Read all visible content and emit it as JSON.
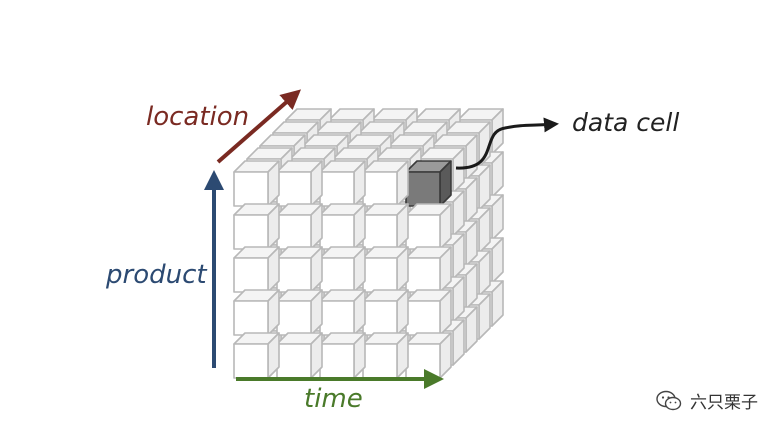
{
  "diagram": {
    "labels": {
      "location": "location",
      "product": "product",
      "time": "time",
      "data_cell": "data cell"
    },
    "grid": {
      "columns": 5,
      "rows": 5,
      "depth": 5,
      "highlighted_cell": {
        "column": 5,
        "row": 1,
        "depth": 1
      }
    },
    "colors": {
      "location_axis": "#7a2a22",
      "product_axis": "#2c4a72",
      "time_axis": "#4a7a2a",
      "cube_stroke": "#b8b8b8",
      "highlight_fill": "#7a7a7a"
    }
  },
  "watermark": {
    "text": "六只栗子",
    "icon": "wechat-icon"
  }
}
